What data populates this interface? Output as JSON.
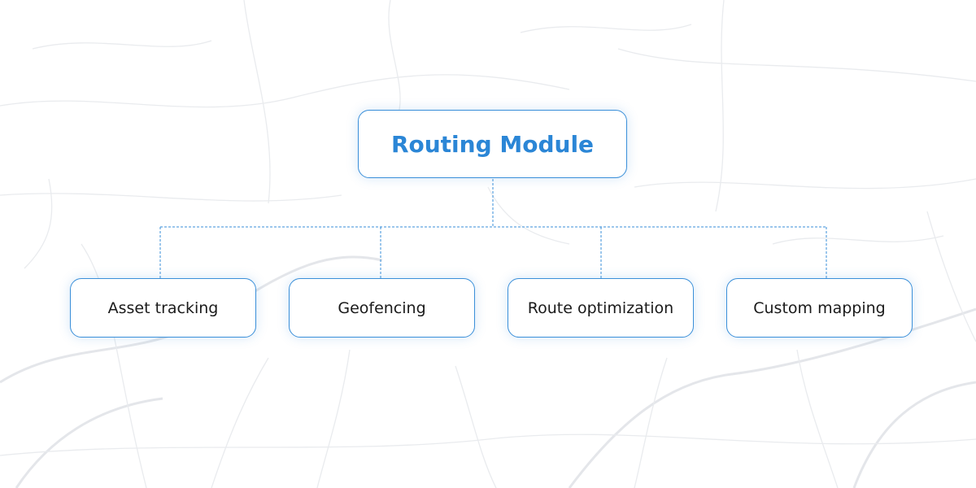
{
  "diagram": {
    "root": {
      "label": "Routing Module"
    },
    "children": [
      {
        "label": "Asset tracking"
      },
      {
        "label": "Geofencing"
      },
      {
        "label": "Route optimization"
      },
      {
        "label": "Custom mapping"
      }
    ],
    "colors": {
      "accent": "#3a8fd9",
      "root_text": "#2b86d6",
      "child_text": "#1a1a1a",
      "background": "#ffffff",
      "map_lines": "#e9ebee"
    }
  }
}
